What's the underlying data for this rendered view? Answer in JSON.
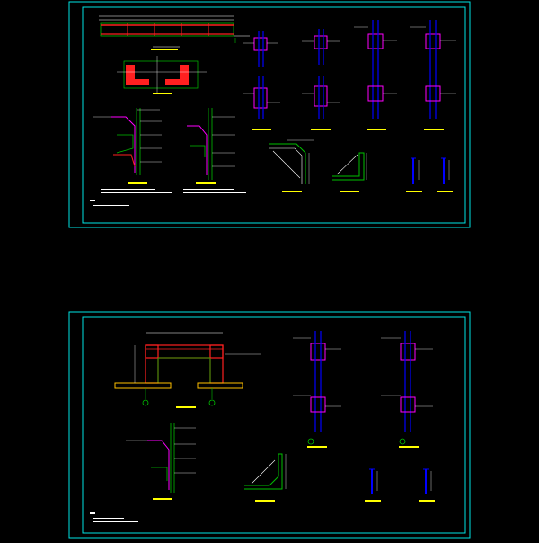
{
  "colors": {
    "background": "#000000",
    "frame": "#00e5e5",
    "structure": "#00c000",
    "rebar": "#ff2020",
    "column": "#0000ff",
    "stirrup": "#ff00ff",
    "dimension": "#ffffff",
    "label": "#ffff00",
    "hatch": "#ffc000"
  },
  "sheets": [
    {
      "id": "upper",
      "title_note": "",
      "views": [
        "beam-elevation",
        "pier-plan",
        "wall-section-left",
        "wall-section-right",
        "column-details",
        "corner-detail",
        "haunch-detail",
        "rebar-detail"
      ]
    },
    {
      "id": "lower",
      "title_note": "",
      "views": [
        "frame-elevation",
        "wall-section",
        "corner-detail",
        "column-details",
        "rebar-detail"
      ]
    }
  ]
}
